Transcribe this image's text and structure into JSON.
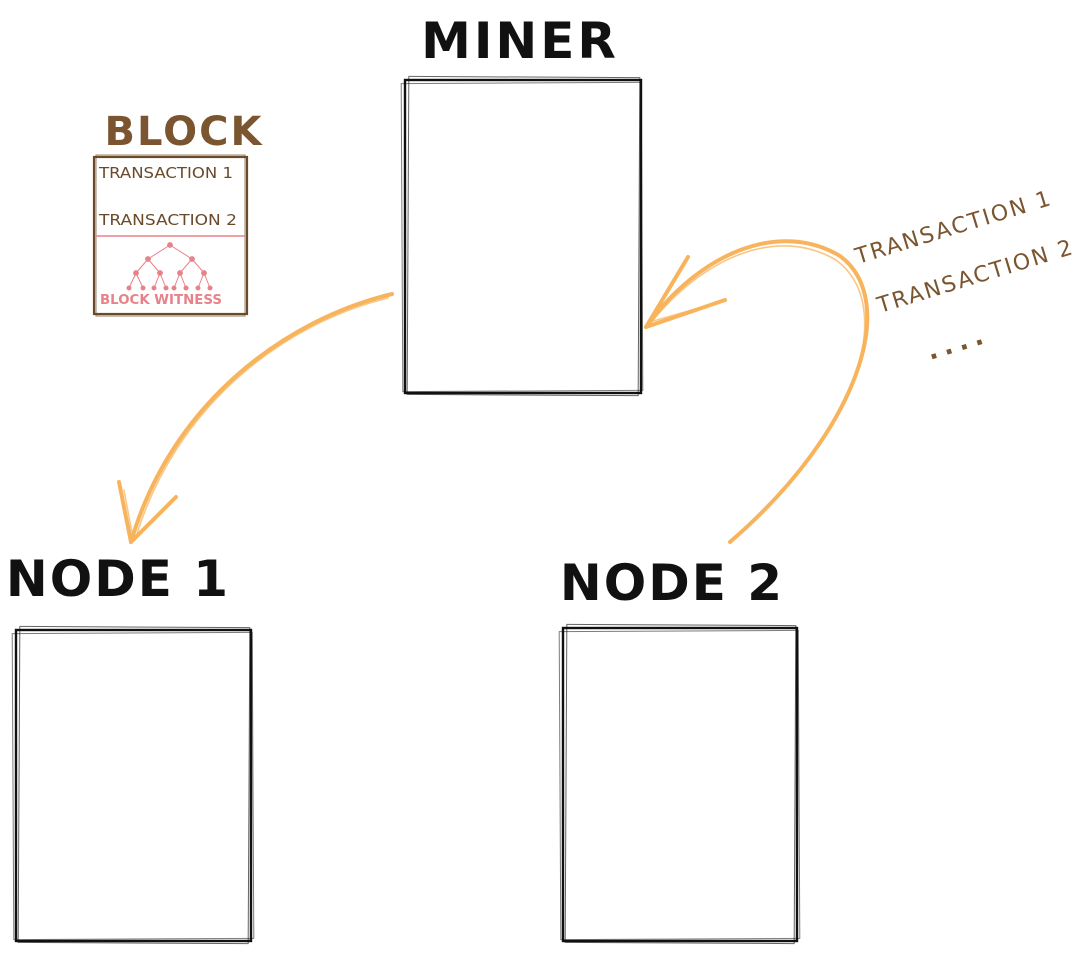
{
  "miner": {
    "label": "MINER"
  },
  "node1": {
    "label": "NODE 1"
  },
  "node2": {
    "label": "NODE 2"
  },
  "block": {
    "title": "BLOCK",
    "transactions": [
      "TRANSACTION 1",
      "TRANSACTION 2"
    ],
    "witness_label": "BLOCK WITNESS"
  },
  "incoming": {
    "transactions": [
      "TRANSACTION 1",
      "TRANSACTION 2"
    ],
    "ellipsis": "...."
  },
  "colors": {
    "ink": "#111111",
    "arrow": "#f7b45c",
    "block_brown": "#7a5530",
    "witness_pink": "#e8828a"
  }
}
